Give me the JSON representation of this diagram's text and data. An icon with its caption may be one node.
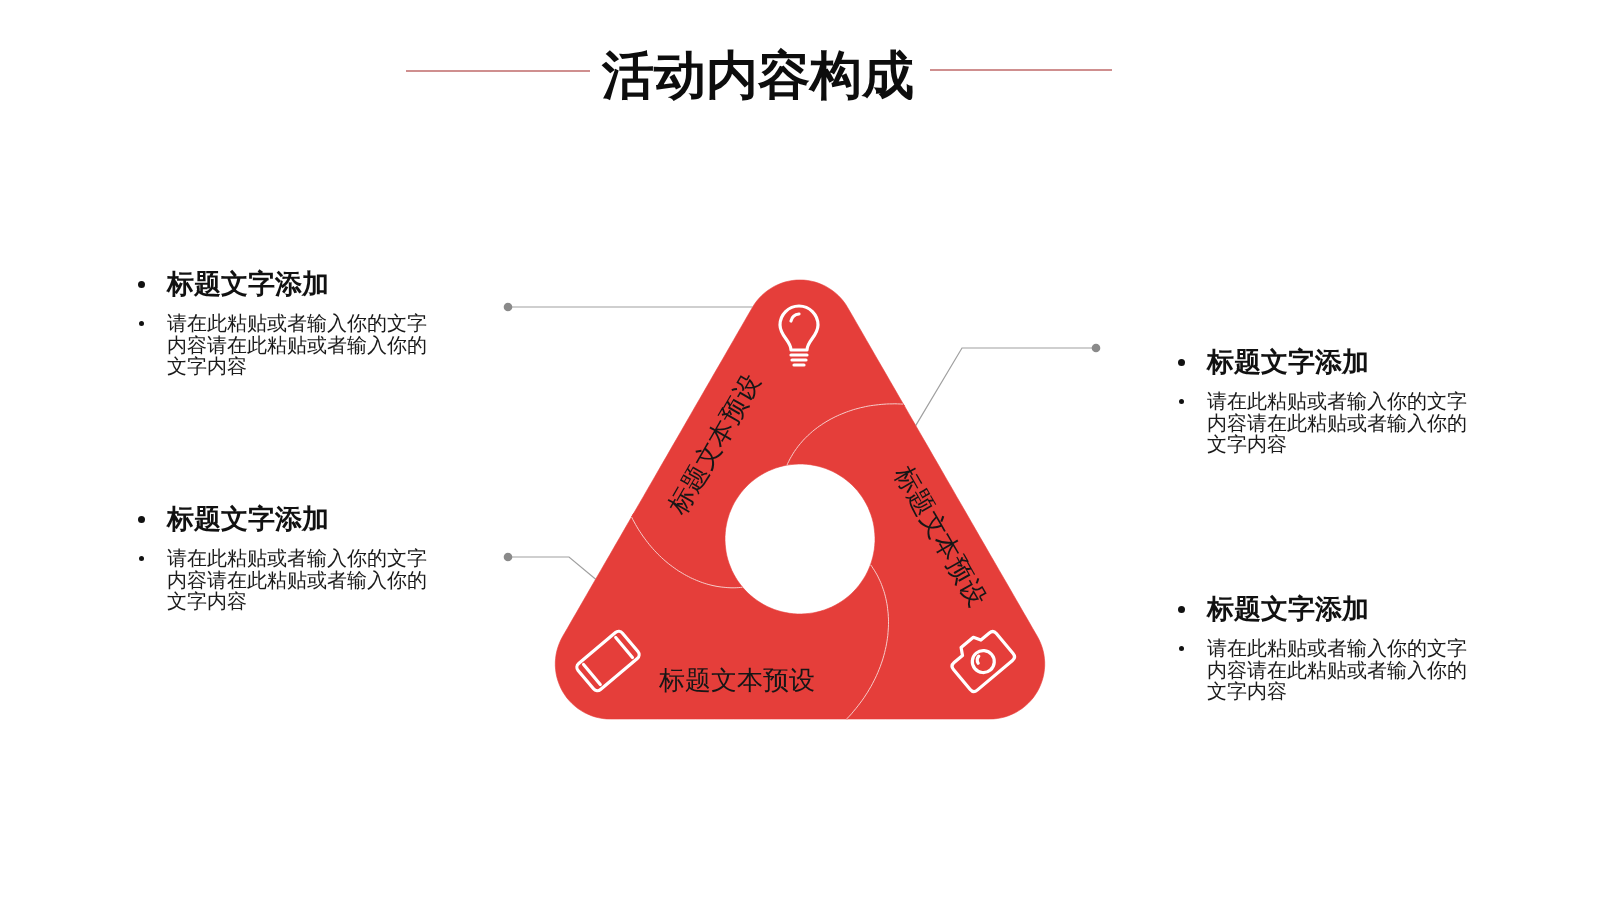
{
  "diagram": {
    "title": "活动内容构成",
    "nodes": [
      {
        "text": [
          "标题文字添加",
          "请在此粘贴或者输入你的文字内容请在此粘贴或者输入你的文字内容"
        ]
      },
      {
        "text": [
          "标题文字添加",
          "请在此粘贴或者输入你的文字内容请在此粘贴或者输入你的文字内容"
        ]
      },
      {
        "text": [
          "标题文字添加",
          "请在此粘贴或者输入你的文字内容请在此粘贴或者输入你的文字内容"
        ]
      },
      {
        "text": [
          "标题文字添加",
          "请在此粘贴或者输入你的文字内容请在此粘贴或者输入你的文字内容"
        ]
      },
      {
        "text": [
          "标题文本预设"
        ]
      },
      {
        "text": [
          "标题文本预设"
        ]
      },
      {
        "text": [
          "标题文本预设"
        ]
      }
    ],
    "edges": [
      {
        "from": 0,
        "to": 4,
        "arrow": "other"
      },
      {
        "from": 1,
        "to": 6,
        "arrow": "other"
      },
      {
        "from": 2,
        "to": 5,
        "arrow": "other"
      }
    ]
  }
}
